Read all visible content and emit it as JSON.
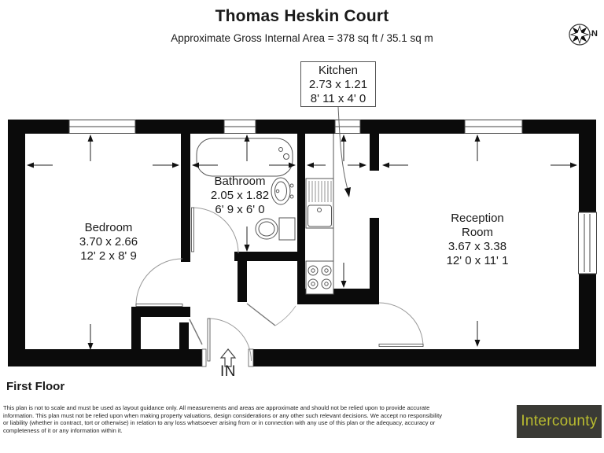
{
  "header": {
    "title": "Thomas Heskin Court",
    "subtitle": "Approximate Gross Internal Area = 378 sq ft / 35.1 sq m"
  },
  "compass": {
    "label": "N"
  },
  "rooms": {
    "kitchen": {
      "name": "Kitchen",
      "metric": "2.73 x 1.21",
      "imperial": "8' 11 x 4' 0"
    },
    "bathroom": {
      "name": "Bathroom",
      "metric": "2.05 x 1.82",
      "imperial": "6' 9 x 6' 0"
    },
    "bedroom": {
      "name": "Bedroom",
      "metric": "3.70 x 2.66",
      "imperial": "12' 2 x 8' 9"
    },
    "reception": {
      "name": "Reception Room",
      "metric": "3.67 x 3.38",
      "imperial": "12' 0 x 11' 1"
    }
  },
  "entrance_label": "IN",
  "floor_label": "First Floor",
  "disclaimer": "This plan is not to scale and must be used as layout guidance only. All measurements and areas are approximate and should not be relied upon to provide accurate information. This plan must not be relied upon when making property valuations, design considerations or any other such relevant decisions. We accept no responsibility or liability (whether in contract, tort or otherwise) in relation to any loss whatsoever arising from or in connection with any use of this plan or the adequacy, accuracy or completeness of it or any information within it.",
  "brand": {
    "name": "Intercounty",
    "background_color": "#3a3a35",
    "text_color": "#b9bc30"
  }
}
